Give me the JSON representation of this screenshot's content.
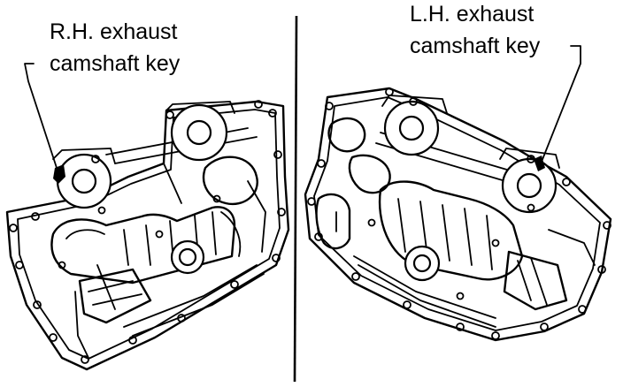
{
  "labels": {
    "rh_line1": "R.H. exhaust",
    "rh_line2": "camshaft key",
    "lh_line1": "L.H. exhaust",
    "lh_line2": "camshaft key"
  },
  "colors": {
    "line": "#000000",
    "background": "#ffffff"
  }
}
